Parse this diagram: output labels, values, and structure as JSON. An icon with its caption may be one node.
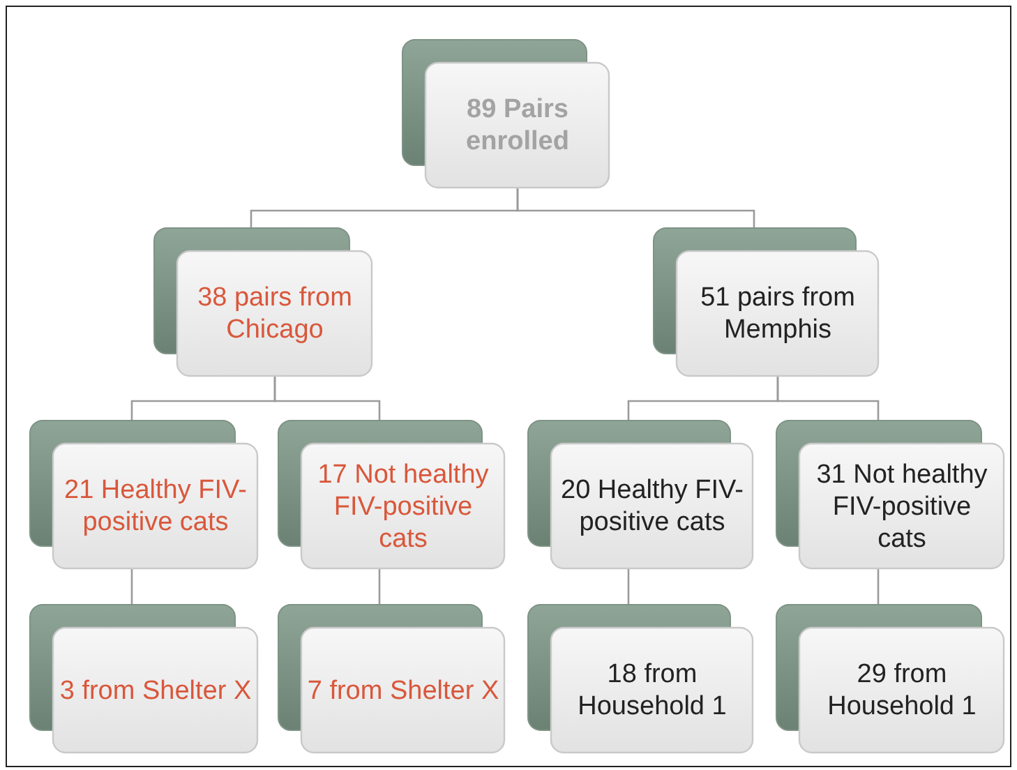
{
  "diagram": {
    "nodes": [
      {
        "text": [
          "89 Pairs enrolled"
        ]
      },
      {
        "text": [
          "38 pairs from Chicago"
        ]
      },
      {
        "text": [
          "51 pairs from Memphis"
        ]
      },
      {
        "text": [
          "21 Healthy FIV-positive cats"
        ]
      },
      {
        "text": [
          "17 Not healthy FIV-positive cats"
        ]
      },
      {
        "text": [
          "20 Healthy FIV-positive cats"
        ]
      },
      {
        "text": [
          "31 Not healthy FIV-positive cats"
        ]
      },
      {
        "text": [
          "3 from Shelter X"
        ]
      },
      {
        "text": [
          "7 from Shelter X"
        ]
      },
      {
        "text": [
          "18 from Household 1"
        ]
      },
      {
        "text": [
          "29 from Household 1"
        ]
      }
    ],
    "edges": [
      {
        "from": 0,
        "to": 1,
        "arrow": "none"
      },
      {
        "from": 0,
        "to": 2,
        "arrow": "none"
      },
      {
        "from": 1,
        "to": 3,
        "arrow": "none"
      },
      {
        "from": 1,
        "to": 4,
        "arrow": "none"
      },
      {
        "from": 2,
        "to": 5,
        "arrow": "none"
      },
      {
        "from": 2,
        "to": 6,
        "arrow": "none"
      },
      {
        "from": 3,
        "to": 7,
        "arrow": "none"
      },
      {
        "from": 4,
        "to": 8,
        "arrow": "none"
      },
      {
        "from": 5,
        "to": 9,
        "arrow": "none"
      },
      {
        "from": 6,
        "to": 10,
        "arrow": "none"
      }
    ]
  }
}
